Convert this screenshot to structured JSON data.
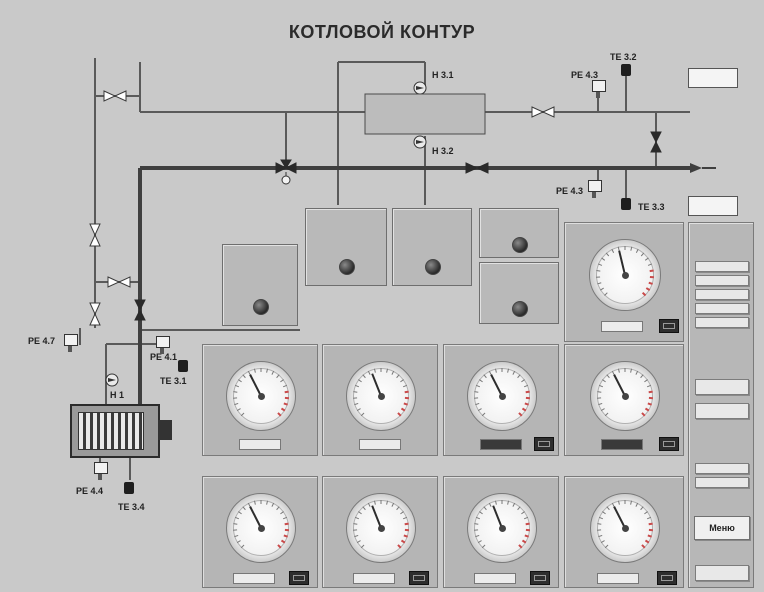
{
  "title": "КОТЛОВОЙ КОНТУР",
  "colors": {
    "background": "#c9c9c9",
    "pipe": "#5a5a5a",
    "pipe_main": "#3f3f3f",
    "panel": "#b5b5b5",
    "gauge_red_zone": "#c94a4a"
  },
  "scheme": {
    "top_label": "",
    "left_label": "",
    "left_mid_label": "",
    "right_top_label": "",
    "right_mid_label": "",
    "info_top": {
      "line1": "",
      "line2": ""
    },
    "info_bottom": {
      "line1": "",
      "line2": ""
    },
    "tags": {
      "pump_top": "Н 3.1",
      "pump_bottom": "Н 3.2",
      "pe_top": "РЕ 4.3",
      "te_top": "ТЕ 3.2",
      "pe_right": "РЕ 4.3",
      "te_right": "ТЕ 3.3",
      "pe_left": "РЕ 4.7",
      "pe_mid": "РЕ 4.1",
      "te_mid": "ТЕ 3.1",
      "pump_boiler": "Н 1",
      "pe_bottom": "РЕ 4.4",
      "te_bottom": "ТЕ 3.4"
    }
  },
  "status_boxes": [
    {
      "caption": "",
      "status": ""
    },
    {
      "caption": "",
      "status": ""
    },
    {
      "caption": "",
      "status": ""
    },
    {
      "caption": "",
      "status": ""
    },
    {
      "caption": "",
      "status": ""
    }
  ],
  "pumps_box_label": "",
  "gauges": [
    {
      "title": "",
      "value": "",
      "value_fraction": 0.45
    },
    {
      "title": "",
      "value": "",
      "value_fraction": 0.4
    },
    {
      "title": "",
      "value": "",
      "value_fraction": 0.42
    },
    {
      "title": "",
      "value": "",
      "value_fraction": 0.4
    },
    {
      "title": "",
      "value": "",
      "value_fraction": 0.4
    },
    {
      "title": "",
      "value": "",
      "value_fraction": 0.4
    },
    {
      "title": "",
      "value": "",
      "value_fraction": 0.42
    },
    {
      "title": "",
      "value": "",
      "value_fraction": 0.42
    },
    {
      "title": "",
      "value": "",
      "value_fraction": 0.4
    }
  ],
  "sidebar": {
    "title": "",
    "items": [
      "",
      "",
      "",
      "",
      ""
    ],
    "buttons_mid": [
      "",
      ""
    ],
    "buttons_low": [
      "",
      ""
    ],
    "menu": "Меню",
    "bottom": ""
  }
}
